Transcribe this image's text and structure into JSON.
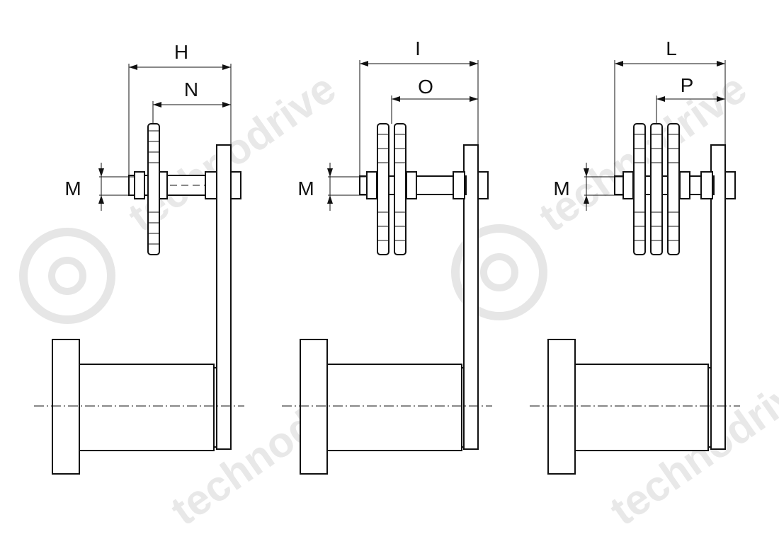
{
  "figures": [
    {
      "dims": {
        "overall": "H",
        "inner": "N",
        "vertical": "M"
      }
    },
    {
      "dims": {
        "overall": "I",
        "inner": "O",
        "vertical": "M"
      }
    },
    {
      "dims": {
        "overall": "L",
        "inner": "P",
        "vertical": "M"
      }
    }
  ],
  "watermark": {
    "text": "technodrive"
  }
}
